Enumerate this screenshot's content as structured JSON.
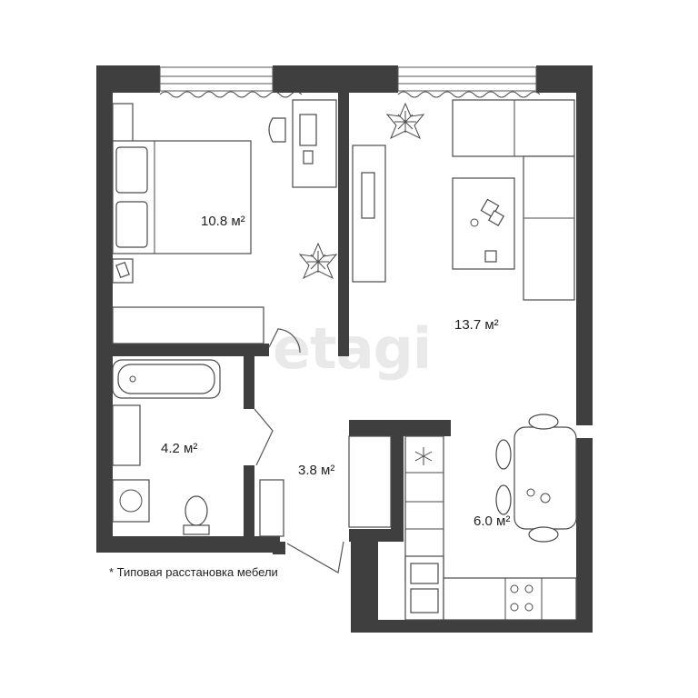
{
  "watermark": "etagi",
  "rooms": {
    "bedroom_area": "10.8 м²",
    "living_area": "13.7 м²",
    "bathroom_area": "4.2 м²",
    "hall_area": "3.8 м²",
    "kitchen_area": "6.0 м²"
  },
  "footnote": "* Типовая расстановка мебели",
  "colors": {
    "wall": "#3f3f3f",
    "furniture_stroke": "#4a4a4a",
    "background": "#ffffff"
  }
}
